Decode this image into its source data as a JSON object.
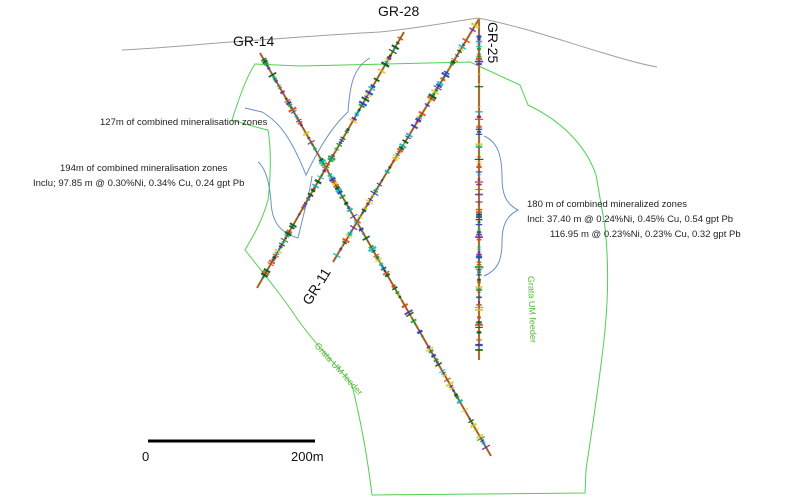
{
  "colors": {
    "topography": "#a0a0a0",
    "outline": "#4fd14f",
    "bracket": "#6a8fc4",
    "hole_core": "#c8803a",
    "hole_dark": "#1a1a1a",
    "mineral_colors": [
      "#0f6b2d",
      "#2fa84f",
      "#17c5c5",
      "#2d4fd6",
      "#e0d23a",
      "#7a3bb5",
      "#d95f2a"
    ]
  },
  "drill_holes": [
    {
      "name": "GR-14"
    },
    {
      "name": "GR-28"
    },
    {
      "name": "GR-25"
    },
    {
      "name": "GR-11"
    }
  ],
  "annotations": {
    "a127": "127m of combined mineralisation zones",
    "a194_1": "194m of combined mineralisation zones",
    "a194_2": "Inclu; 97.85 m @ 0.30%Ni, 0.34% Cu, 0.24 gpt Pb",
    "a180_1": "180 m of combined mineralized zones",
    "a180_2": "Incl:   37.40 m @ 0.24%Ni, 0.45% Cu, 0.54 gpt Pb",
    "a180_3": "116.95 m @ 0.23%Ni, 0.23% Cu, 0.32 gpt Pb"
  },
  "feeder_label": "Grata UM feeder",
  "scale": {
    "start": "0",
    "end": "200m"
  }
}
